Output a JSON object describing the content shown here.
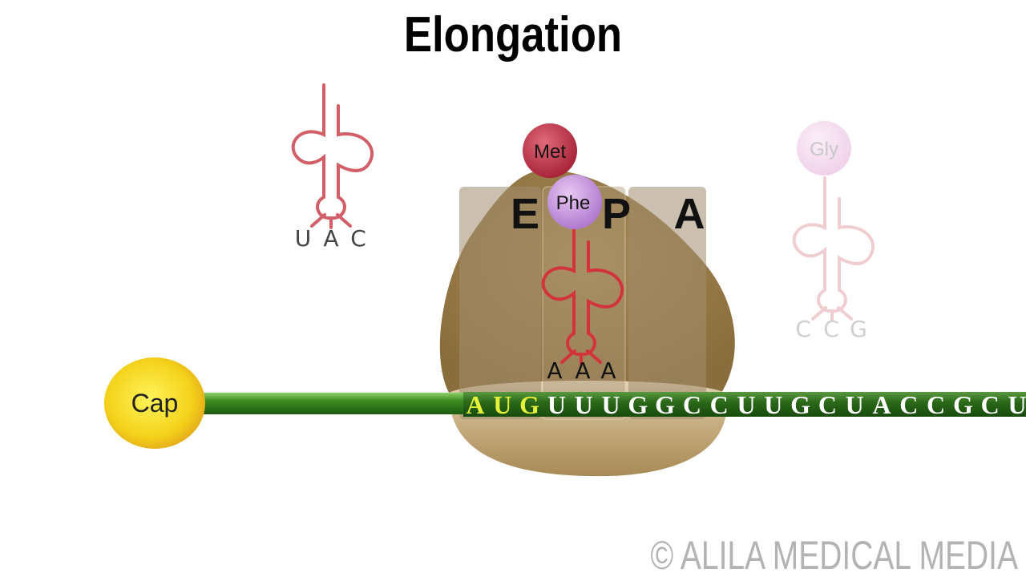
{
  "title": "Elongation",
  "cap_label": "Cap",
  "mrna": {
    "bases": [
      "A",
      "U",
      "G",
      "U",
      "U",
      "U",
      "G",
      "G",
      "C",
      "C",
      "U",
      "U",
      "G",
      "C",
      "U",
      "A",
      "C",
      "C",
      "G",
      "C",
      "U"
    ],
    "start_codon_color": "#e6f23a",
    "base_color": "#ffffff",
    "strand_color": "#2f7a1c"
  },
  "ribosome_sites": [
    "E",
    "P",
    "A"
  ],
  "trnas": [
    {
      "id": "departed",
      "anticodon": [
        "U",
        "A",
        "C"
      ],
      "color": "#d25f68"
    },
    {
      "id": "p-site",
      "anticodon": [
        "A",
        "A",
        "A"
      ],
      "color": "#d3343c",
      "amino_acids": [
        "Met",
        "Phe"
      ]
    },
    {
      "id": "incoming",
      "anticodon": [
        "C",
        "C",
        "G"
      ],
      "color": "#f0cdd1",
      "amino_acids": [
        "Gly"
      ]
    }
  ],
  "watermark": "© ALILA MEDICAL MEDIA"
}
